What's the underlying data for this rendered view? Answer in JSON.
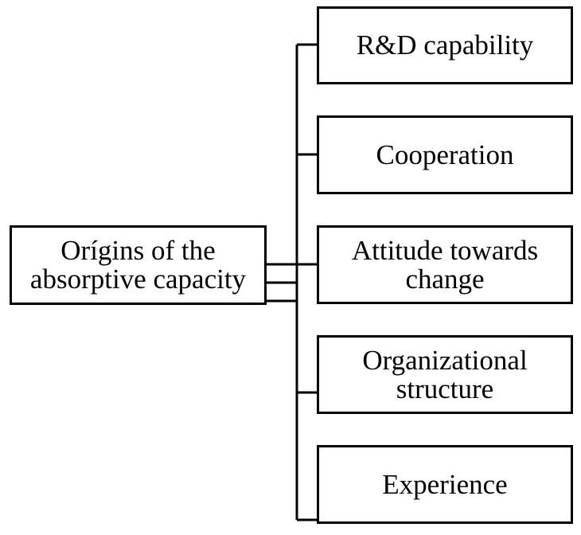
{
  "root": {
    "label": "Orígins of the\nabsorptive capacity"
  },
  "children": [
    {
      "label": "R&D capability"
    },
    {
      "label": "Cooperation"
    },
    {
      "label": "Attitude towards\nchange"
    },
    {
      "label": "Organizational\nstructure"
    },
    {
      "label": "Experience"
    }
  ],
  "colors": {
    "line": "#000000",
    "box_border": "#000000",
    "background": "#ffffff"
  }
}
